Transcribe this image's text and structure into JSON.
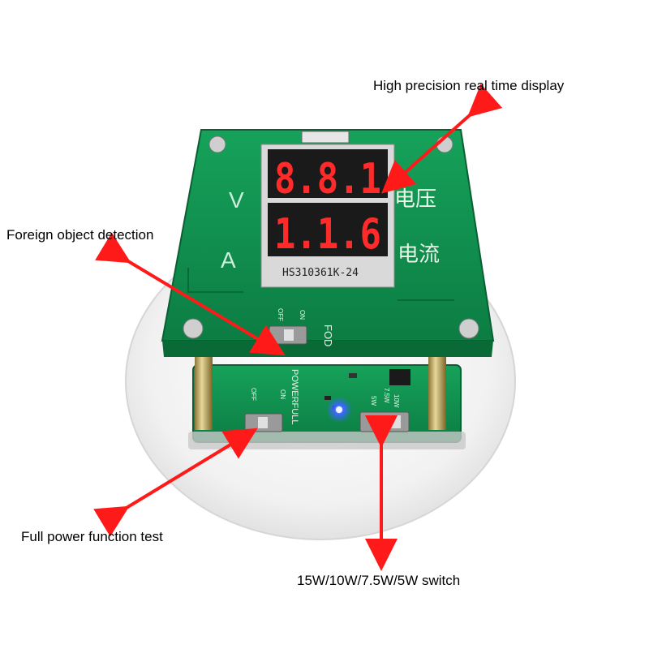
{
  "callouts": {
    "display": "High precision real time display",
    "fod": "Foreign object detection",
    "full_power": "Full power function test",
    "power_switch": "15W/10W/7.5W/5W switch"
  },
  "board": {
    "voltage_digits": "8.8.1",
    "current_digits": "1.1.6",
    "module_label": "HS310361K-24",
    "label_v": "V",
    "label_a": "A",
    "label_voltage_cn": "电压",
    "label_current_cn": "电流",
    "fod_label": "FOD",
    "fod_on": "ON",
    "fod_off": "OFF",
    "powerfull_label": "POWERFULL",
    "pf_on": "ON",
    "pf_off": "OFF",
    "w10": "10W",
    "w75": "7.5W",
    "w5": "5W"
  },
  "colors": {
    "board_green": "#0f8a4a",
    "digit_red": "#ff2a2a",
    "arrow_red": "#ff1a1a",
    "led_blue": "#2a5bff"
  }
}
